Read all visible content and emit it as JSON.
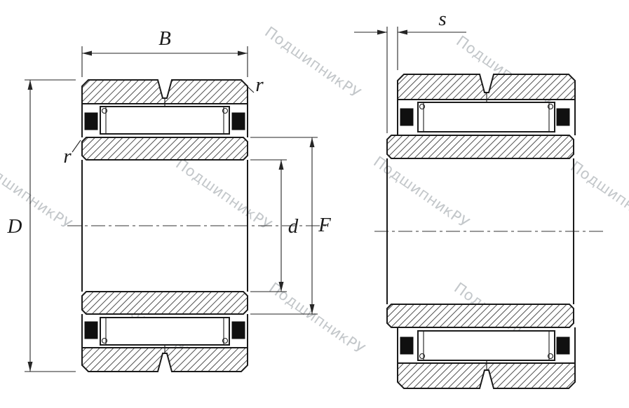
{
  "drawing": {
    "dimension_labels": {
      "B": "B",
      "s": "s",
      "D": "D",
      "d": "d",
      "F": "F",
      "r_outer": "r",
      "r_inner": "r"
    },
    "watermark": {
      "text": "ПодшипникРУ",
      "color": "#c3c7ca"
    },
    "colors": {
      "line": "#1b1b1b",
      "background": "#ffffff"
    }
  }
}
